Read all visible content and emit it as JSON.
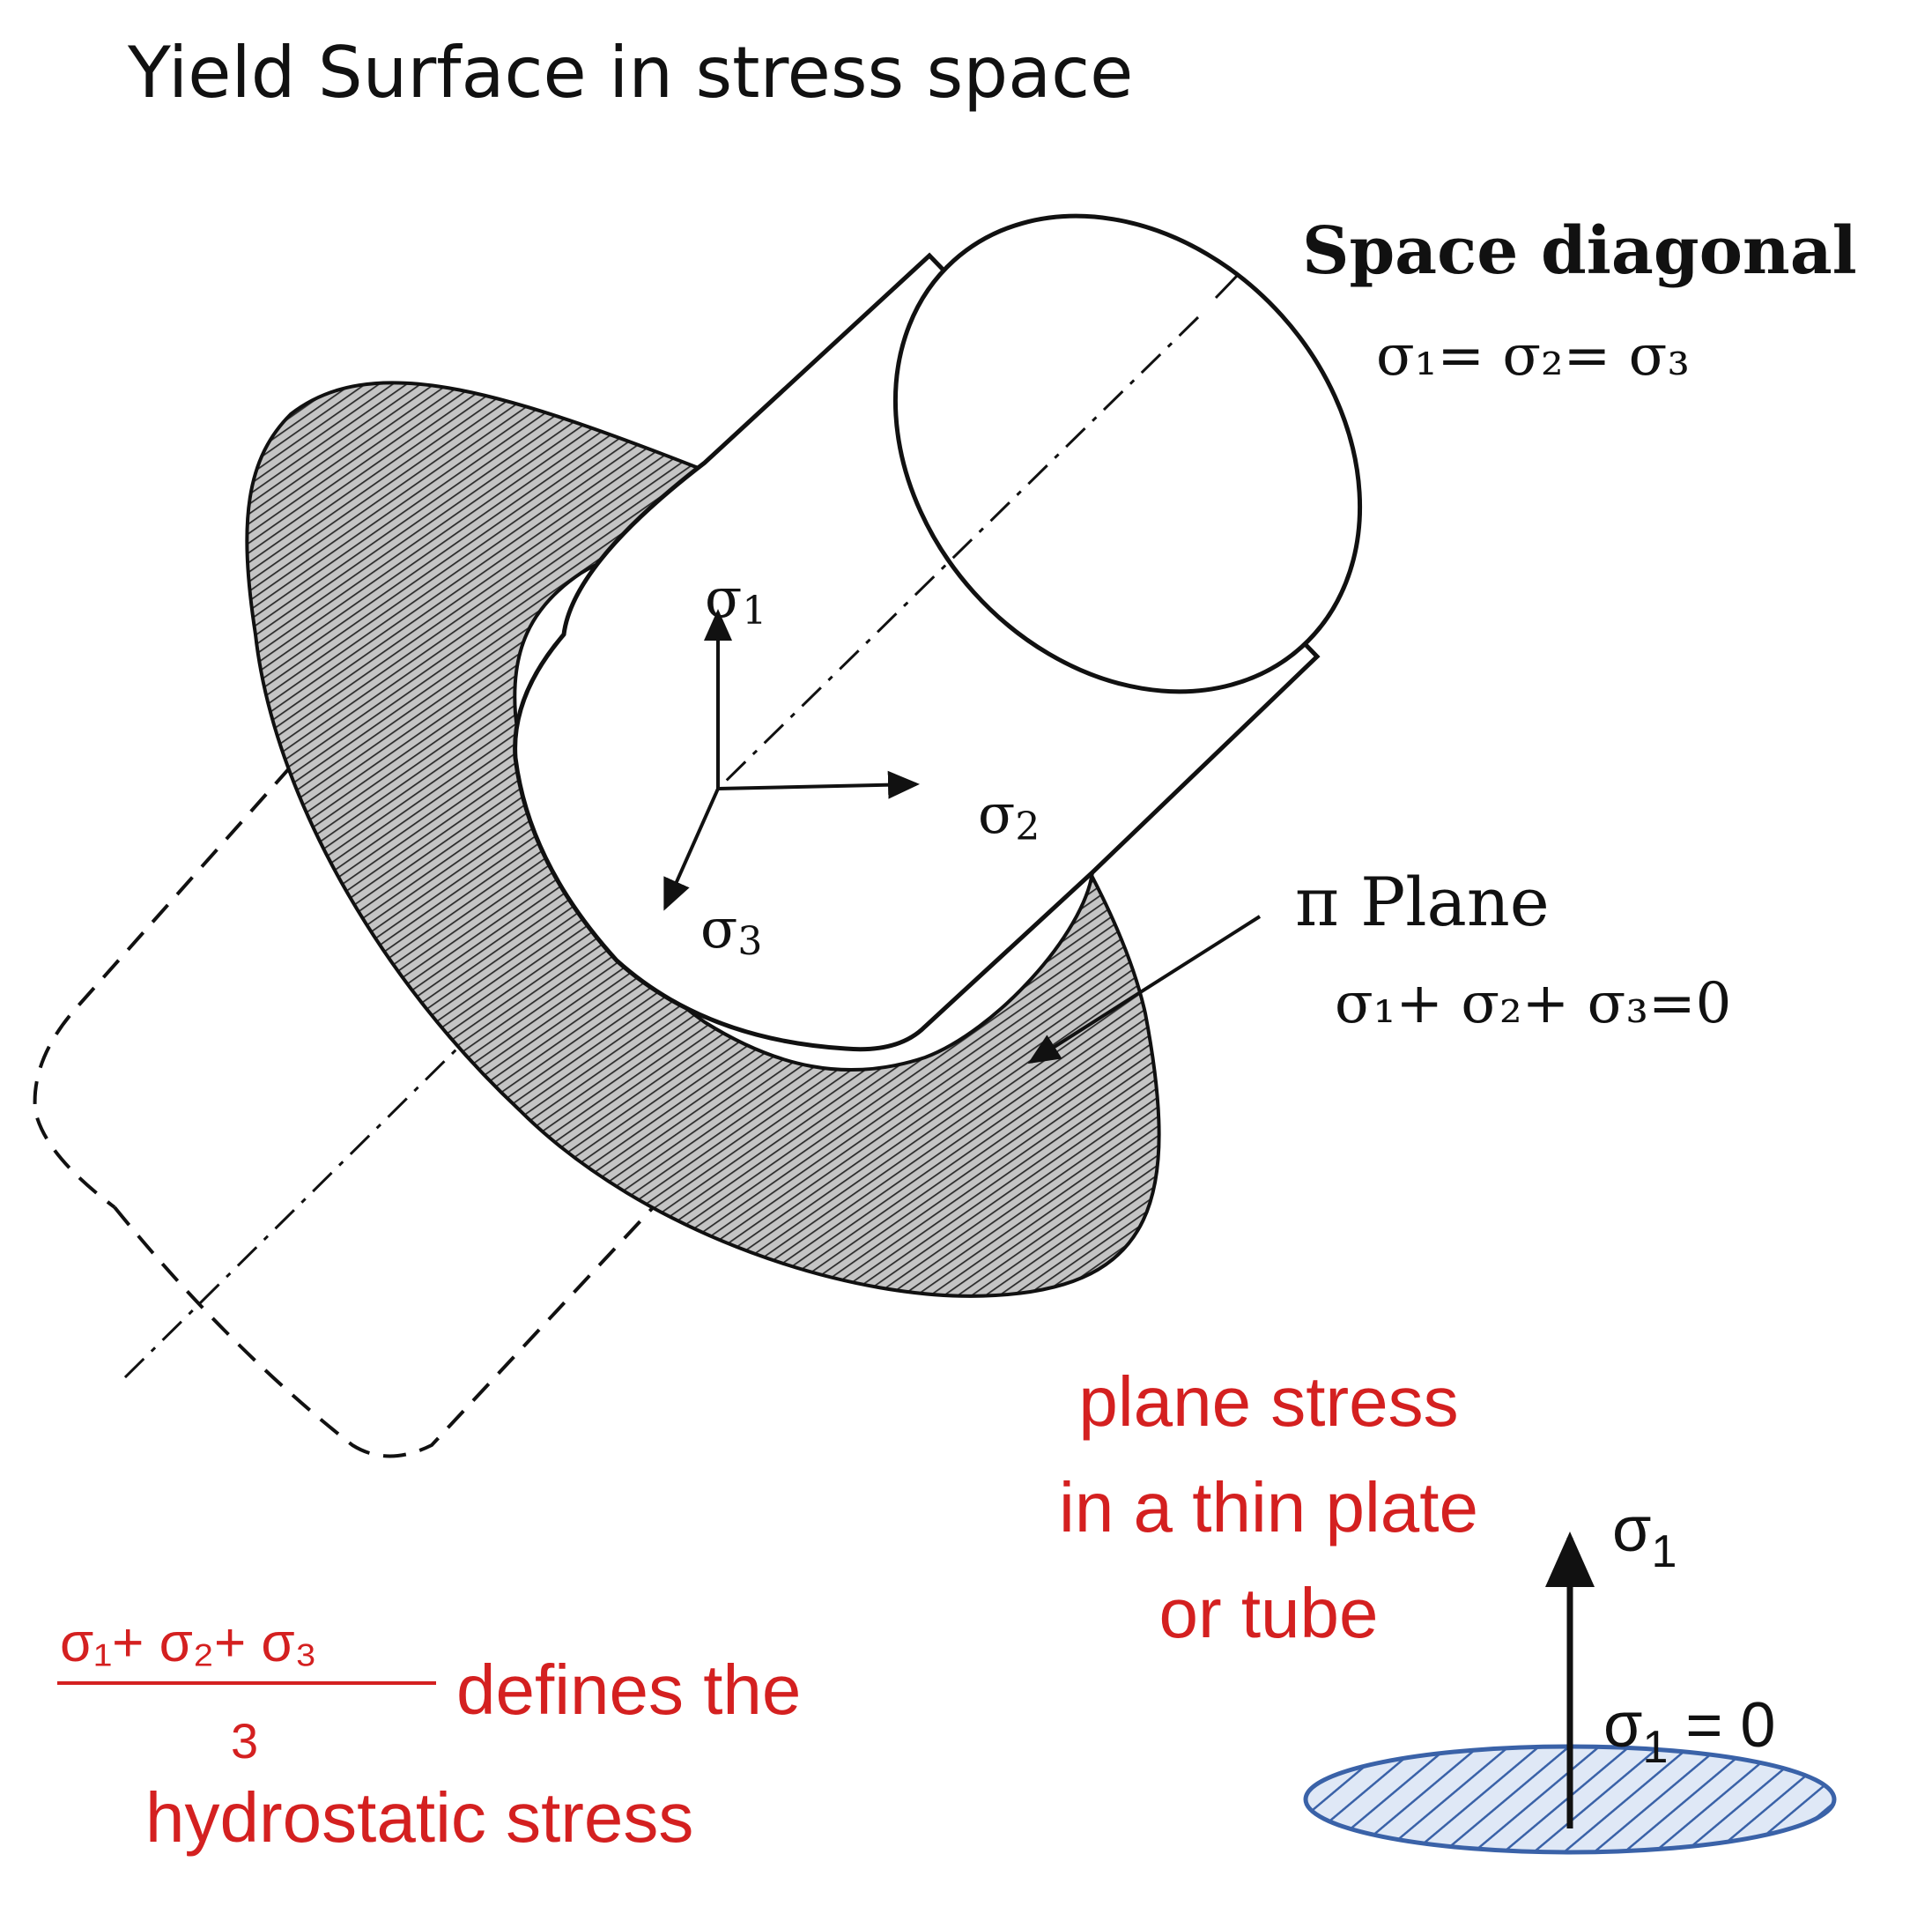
{
  "title": "Yield Surface in stress space",
  "space_diagonal": {
    "label": "Space diagonal",
    "equation": "σ₁= σ₂= σ₃"
  },
  "pi_plane": {
    "label": "π Plane",
    "equation": "σ₁+ σ₂+ σ₃=0"
  },
  "axes": {
    "s1": "σ",
    "s1_sub": "1",
    "s2": "σ",
    "s2_sub": "2",
    "s3": "σ",
    "s3_sub": "3"
  },
  "hydrostatic": {
    "numerator": "σ₁+ σ₂+ σ₃",
    "denominator": "3",
    "suffix": "defines the",
    "line2": "hydrostatic stress"
  },
  "plane_stress": {
    "line1": "plane stress",
    "line2": "in a thin plate",
    "line3": "or tube"
  },
  "plate": {
    "axis_label": "σ",
    "axis_sub": "1",
    "zero_label": "σ",
    "zero_sub": "1",
    "zero_rest": " = 0"
  },
  "colors": {
    "annotation": "#d42020",
    "plate_hatch": "#3a62a8",
    "plate_fill": "#dfe8f6"
  }
}
